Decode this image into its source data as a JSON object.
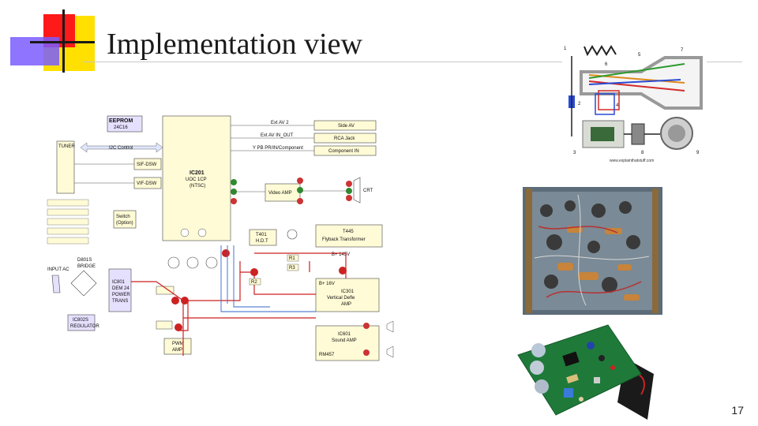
{
  "slide": {
    "title": "Implementation view",
    "page_number": "17"
  },
  "block_diagram": {
    "labels": {
      "eeprom": "EEPROM",
      "eeprom_part": "24C16",
      "ic_main": "IC201",
      "ic_main_sub1": "UOC 1CP",
      "ic_main_sub2": "(NTSC)",
      "tuner": "TUNER",
      "i2c_control": "I2C Control",
      "sif": "SIF-DSW",
      "vif": "VIF-DSW",
      "ext_av2": "Ext AV 2",
      "side_av": "Side AV",
      "ext_av_in_out": "Ext AV IN_OUT",
      "rca_jack": "RCA Jack",
      "component": "Y PB PR/IN/Component",
      "component_in": "Component IN",
      "video_amp": "Video AMP",
      "crt": "CRT",
      "switch": "Switch",
      "switch_sub": "(Option)",
      "t401": "T401",
      "t401_sub": "H.D.T",
      "flyback": "T445",
      "flyback_sub": "Flyback Transformer",
      "flyback_v": "B+ 145V",
      "input_ac": "INPUT AC",
      "bridge": "D801S",
      "bridge_sub": "BRIDGE",
      "smps": "IC801",
      "smps_sub1": "DEM 24",
      "smps_sub2": "POWER",
      "smps_sub3": "TRANS",
      "reg": "IC802S",
      "reg_sub": "REGULATOR",
      "vertical": "IC301",
      "vertical_sub1": "Vertical Defle",
      "vertical_sub2": "AMP",
      "vertical_v": "B+ 16V",
      "audio": "IC601",
      "audio_sub": "Sound AMP",
      "rm_sub": "RM457",
      "pwr_amp": "PWM",
      "pwr_amp_sub": "AMP",
      "r1": "R1",
      "r2": "R2",
      "r3": "R3"
    }
  },
  "crt_diagram": {
    "labels": [
      "1",
      "2",
      "3",
      "4",
      "5",
      "6",
      "7",
      "8",
      "9"
    ],
    "credit": "www.explainthatstuff.com"
  }
}
